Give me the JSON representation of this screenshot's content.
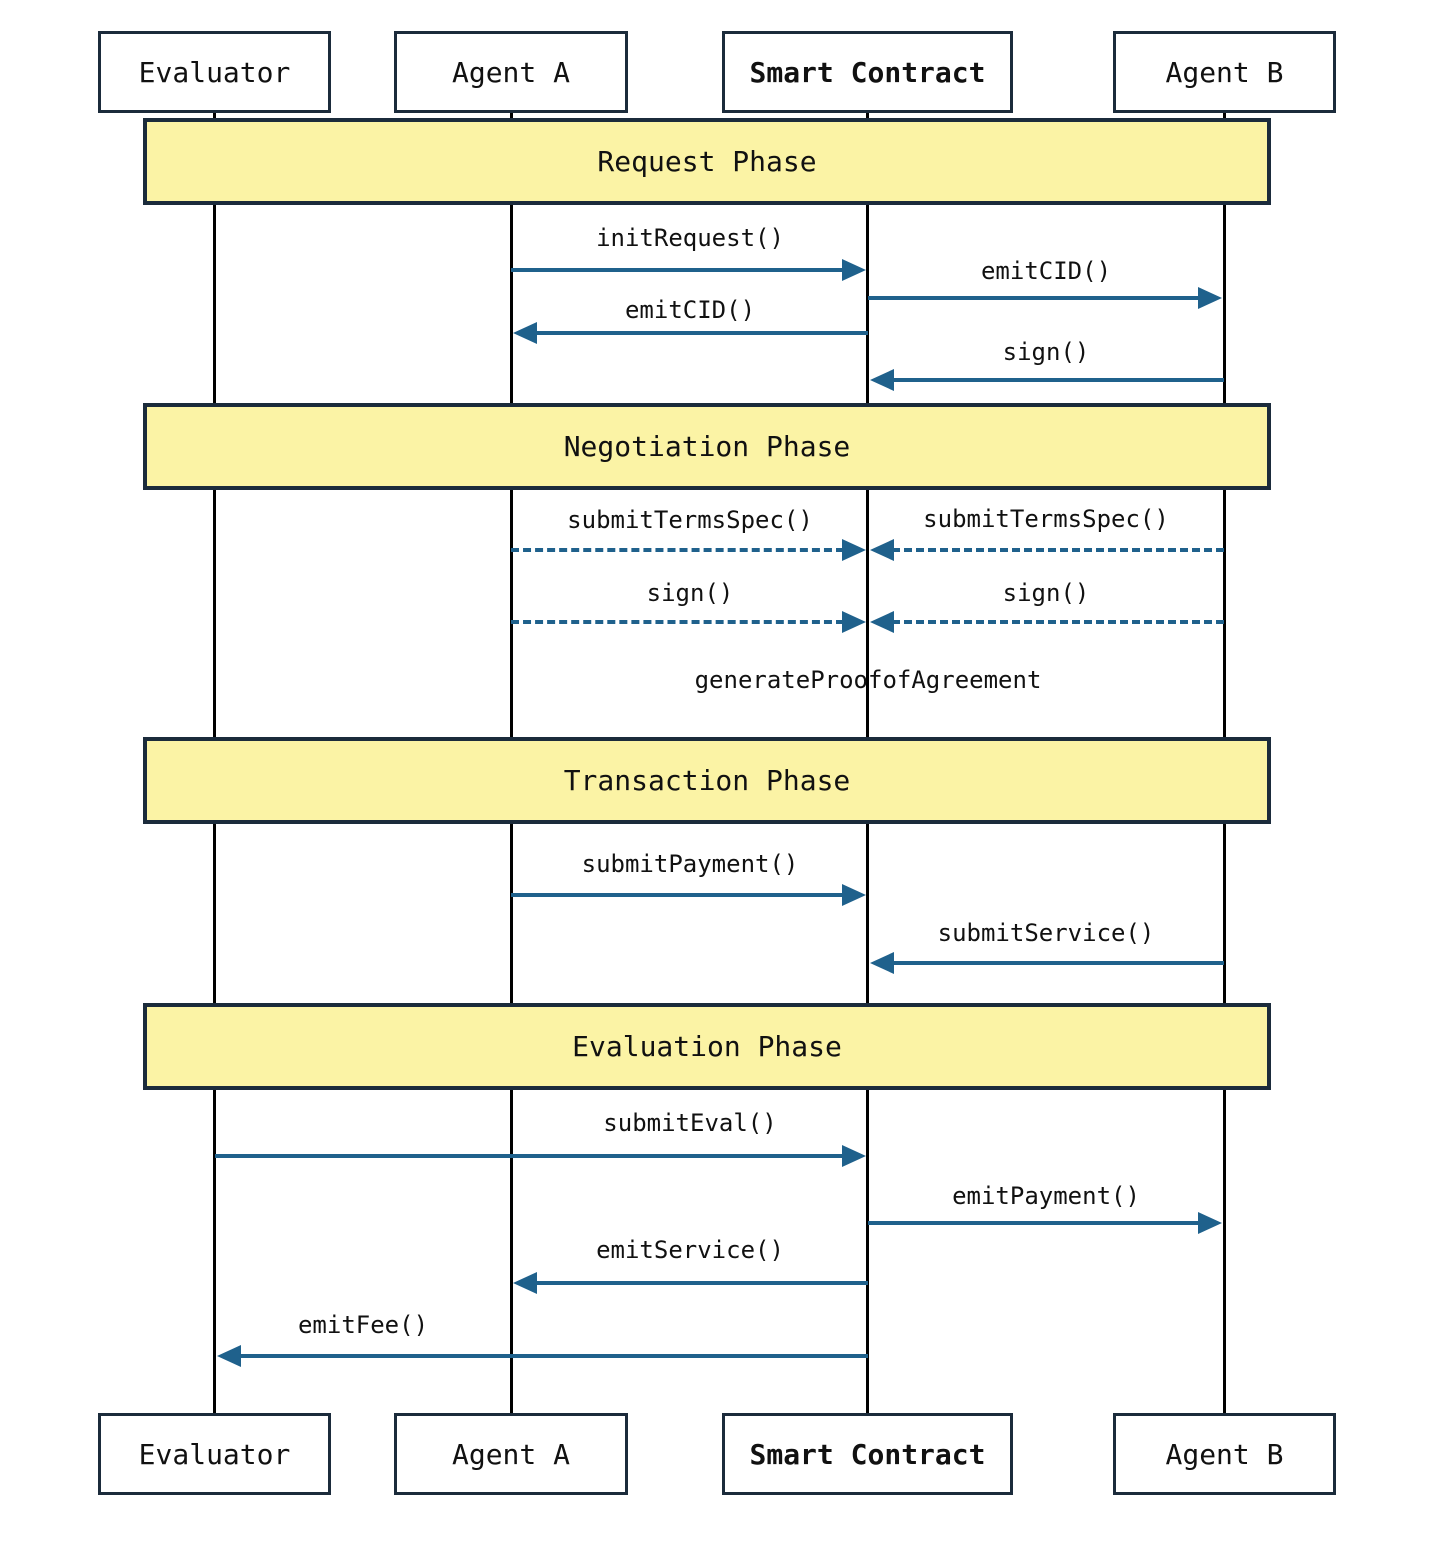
{
  "diagram": {
    "type": "sequence-diagram",
    "actors": [
      {
        "id": "evaluator",
        "label": "Evaluator",
        "bold": false
      },
      {
        "id": "agent-a",
        "label": "Agent A",
        "bold": false
      },
      {
        "id": "smart-contract",
        "label": "Smart Contract",
        "bold": true
      },
      {
        "id": "agent-b",
        "label": "Agent B",
        "bold": false
      }
    ],
    "phases": [
      {
        "label": "Request Phase"
      },
      {
        "label": "Negotiation Phase"
      },
      {
        "label": "Transaction Phase"
      },
      {
        "label": "Evaluation Phase"
      }
    ],
    "messages": [
      {
        "label": "initRequest()",
        "from": "Agent A",
        "to": "Smart Contract",
        "line": "solid",
        "phase": "Request Phase"
      },
      {
        "label": "emitCID()",
        "from": "Smart Contract",
        "to": "Agent B",
        "line": "solid",
        "phase": "Request Phase"
      },
      {
        "label": "emitCID()",
        "from": "Smart Contract",
        "to": "Agent A",
        "line": "solid",
        "phase": "Request Phase"
      },
      {
        "label": "sign()",
        "from": "Agent B",
        "to": "Smart Contract",
        "line": "solid",
        "phase": "Request Phase"
      },
      {
        "label": "submitTermsSpec()",
        "from": "Agent A",
        "to": "Smart Contract",
        "line": "dashed",
        "phase": "Negotiation Phase"
      },
      {
        "label": "submitTermsSpec()",
        "from": "Agent B",
        "to": "Smart Contract",
        "line": "dashed",
        "phase": "Negotiation Phase"
      },
      {
        "label": "sign()",
        "from": "Agent A",
        "to": "Smart Contract",
        "line": "dashed",
        "phase": "Negotiation Phase"
      },
      {
        "label": "sign()",
        "from": "Agent B",
        "to": "Smart Contract",
        "line": "dashed",
        "phase": "Negotiation Phase"
      },
      {
        "label": "generateProofofAgreement",
        "from": "Smart Contract",
        "to": "Smart Contract",
        "line": "none",
        "phase": "Negotiation Phase"
      },
      {
        "label": "submitPayment()",
        "from": "Agent A",
        "to": "Smart Contract",
        "line": "solid",
        "phase": "Transaction Phase"
      },
      {
        "label": "submitService()",
        "from": "Agent B",
        "to": "Smart Contract",
        "line": "solid",
        "phase": "Transaction Phase"
      },
      {
        "label": "submitEval()",
        "from": "Evaluator",
        "to": "Smart Contract",
        "line": "solid",
        "phase": "Evaluation Phase"
      },
      {
        "label": "emitPayment()",
        "from": "Smart Contract",
        "to": "Agent B",
        "line": "solid",
        "phase": "Evaluation Phase"
      },
      {
        "label": "emitService()",
        "from": "Smart Contract",
        "to": "Agent A",
        "line": "solid",
        "phase": "Evaluation Phase"
      },
      {
        "label": "emitFee()",
        "from": "Smart Contract",
        "to": "Evaluator",
        "line": "solid",
        "phase": "Evaluation Phase"
      }
    ],
    "colors": {
      "arrow": "#1F618C",
      "phase_fill": "#FBF3A5",
      "phase_border": "#1B2B3B",
      "box_border": "#1B2B3B",
      "box_fill": "#FFFFFF",
      "lifeline": "#000000",
      "text": "#111111"
    }
  }
}
